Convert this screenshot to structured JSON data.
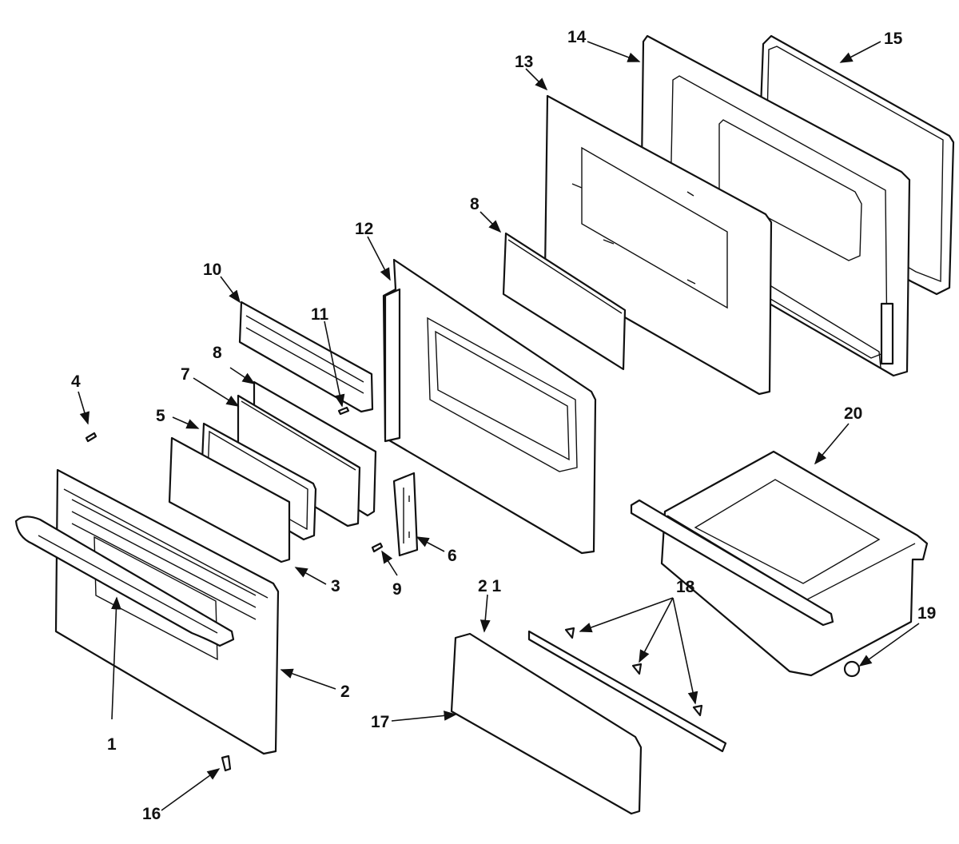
{
  "diagram": {
    "callouts": [
      {
        "id": "c1",
        "text": "1"
      },
      {
        "id": "c2",
        "text": "2"
      },
      {
        "id": "c3",
        "text": "3"
      },
      {
        "id": "c4",
        "text": "4"
      },
      {
        "id": "c5",
        "text": "5"
      },
      {
        "id": "c6",
        "text": "6"
      },
      {
        "id": "c7",
        "text": "7"
      },
      {
        "id": "c8a",
        "text": "8"
      },
      {
        "id": "c8b",
        "text": "8"
      },
      {
        "id": "c9",
        "text": "9"
      },
      {
        "id": "c10",
        "text": "10"
      },
      {
        "id": "c11",
        "text": "11"
      },
      {
        "id": "c12",
        "text": "12"
      },
      {
        "id": "c13",
        "text": "13"
      },
      {
        "id": "c14",
        "text": "14"
      },
      {
        "id": "c15",
        "text": "15"
      },
      {
        "id": "c16",
        "text": "16"
      },
      {
        "id": "c17",
        "text": "17"
      },
      {
        "id": "c18",
        "text": "18"
      },
      {
        "id": "c19",
        "text": "19"
      },
      {
        "id": "c20",
        "text": "20"
      },
      {
        "id": "c21",
        "text": "2 1"
      }
    ]
  }
}
